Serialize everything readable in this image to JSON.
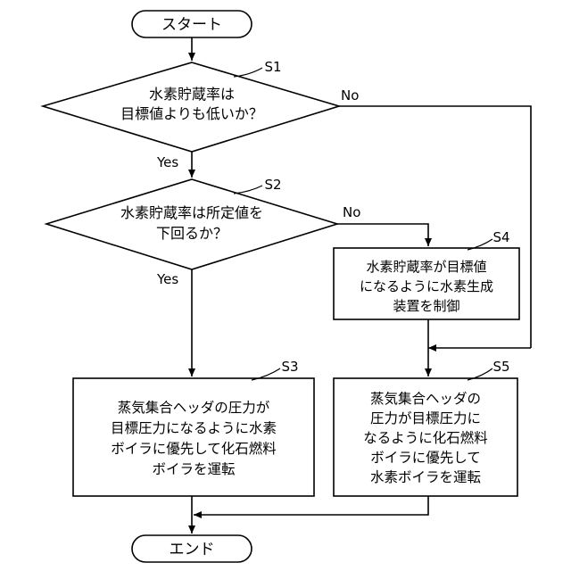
{
  "start": "スタート",
  "end": "エンド",
  "s1": {
    "step": "S1",
    "lines": [
      "水素貯蔵率は",
      "目標値よりも低いか？"
    ],
    "no": "No",
    "yes": "Yes"
  },
  "s2": {
    "step": "S2",
    "lines": [
      "水素貯蔵率は所定値を",
      "下回るか？"
    ],
    "no": "No",
    "yes": "Yes"
  },
  "s3": {
    "step": "S3",
    "lines": [
      "蒸気集合ヘッダの圧力が",
      "目標圧力になるように水素",
      "ボイラに優先して化石燃料",
      "ボイラを運転"
    ]
  },
  "s4": {
    "step": "S4",
    "lines": [
      "水素貯蔵率が目標値",
      "になるように水素生成",
      "装置を制御"
    ]
  },
  "s5": {
    "step": "S5",
    "lines": [
      "蒸気集合ヘッダの",
      "圧力が目標圧力に",
      "なるように化石燃料",
      "ボイラに優先して",
      "水素ボイラを運転"
    ]
  }
}
